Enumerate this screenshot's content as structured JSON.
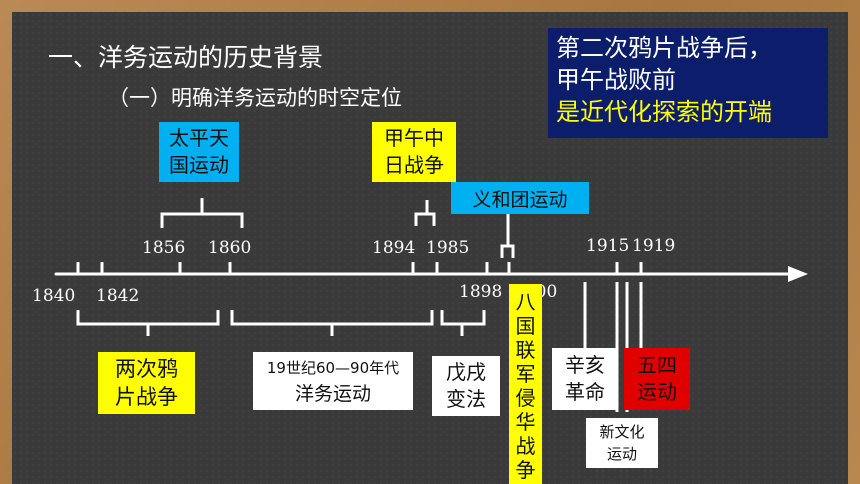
{
  "heading": {
    "main": "一、洋务运动的历史背景",
    "sub": "（一）明确洋务运动的时空定位"
  },
  "callout": {
    "line1": "第二次鸦片战争后，",
    "line2": "甲午战败前",
    "line3": "是近代化探索的开端",
    "colors": {
      "background": "#0c1e6b",
      "text": "#ffffff",
      "highlight": "#ffff00"
    }
  },
  "top_events": {
    "taiping": {
      "line1": "太平天",
      "line2": "国运动"
    },
    "jiawu": {
      "line1": "甲午中",
      "line2": "日战争"
    },
    "boxer": {
      "label": "义和团运动"
    }
  },
  "years": {
    "y1856": "1856",
    "y1860": "1860",
    "y1894": "1894",
    "y1985": "1985",
    "y1915": "1915",
    "y1919": "1919",
    "y1840": "1840",
    "y1842": "1842",
    "y1898": "1898",
    "y1900": "1900"
  },
  "bottom_events": {
    "opium": {
      "line1": "两次鸦",
      "line2": "片战争"
    },
    "yangwu": {
      "line1": "19世纪60—90年代",
      "line2": "洋务运动"
    },
    "wuxu": {
      "line1": "戊戌",
      "line2": "变法"
    },
    "eight_nation": [
      "八",
      "国",
      "联",
      "军",
      "侵",
      "华",
      "战",
      "争"
    ],
    "xinhai": {
      "line1": "辛亥",
      "line2": "革命"
    },
    "new_culture": {
      "line1": "新文化",
      "line2": "运动"
    },
    "may_fourth": {
      "line1": "五四",
      "line2": "运动"
    }
  },
  "colors": {
    "cyan": "#00b0f0",
    "yellow": "#ffff00",
    "red": "#e00000",
    "white": "#ffffff",
    "board": "#3a3a3a"
  }
}
